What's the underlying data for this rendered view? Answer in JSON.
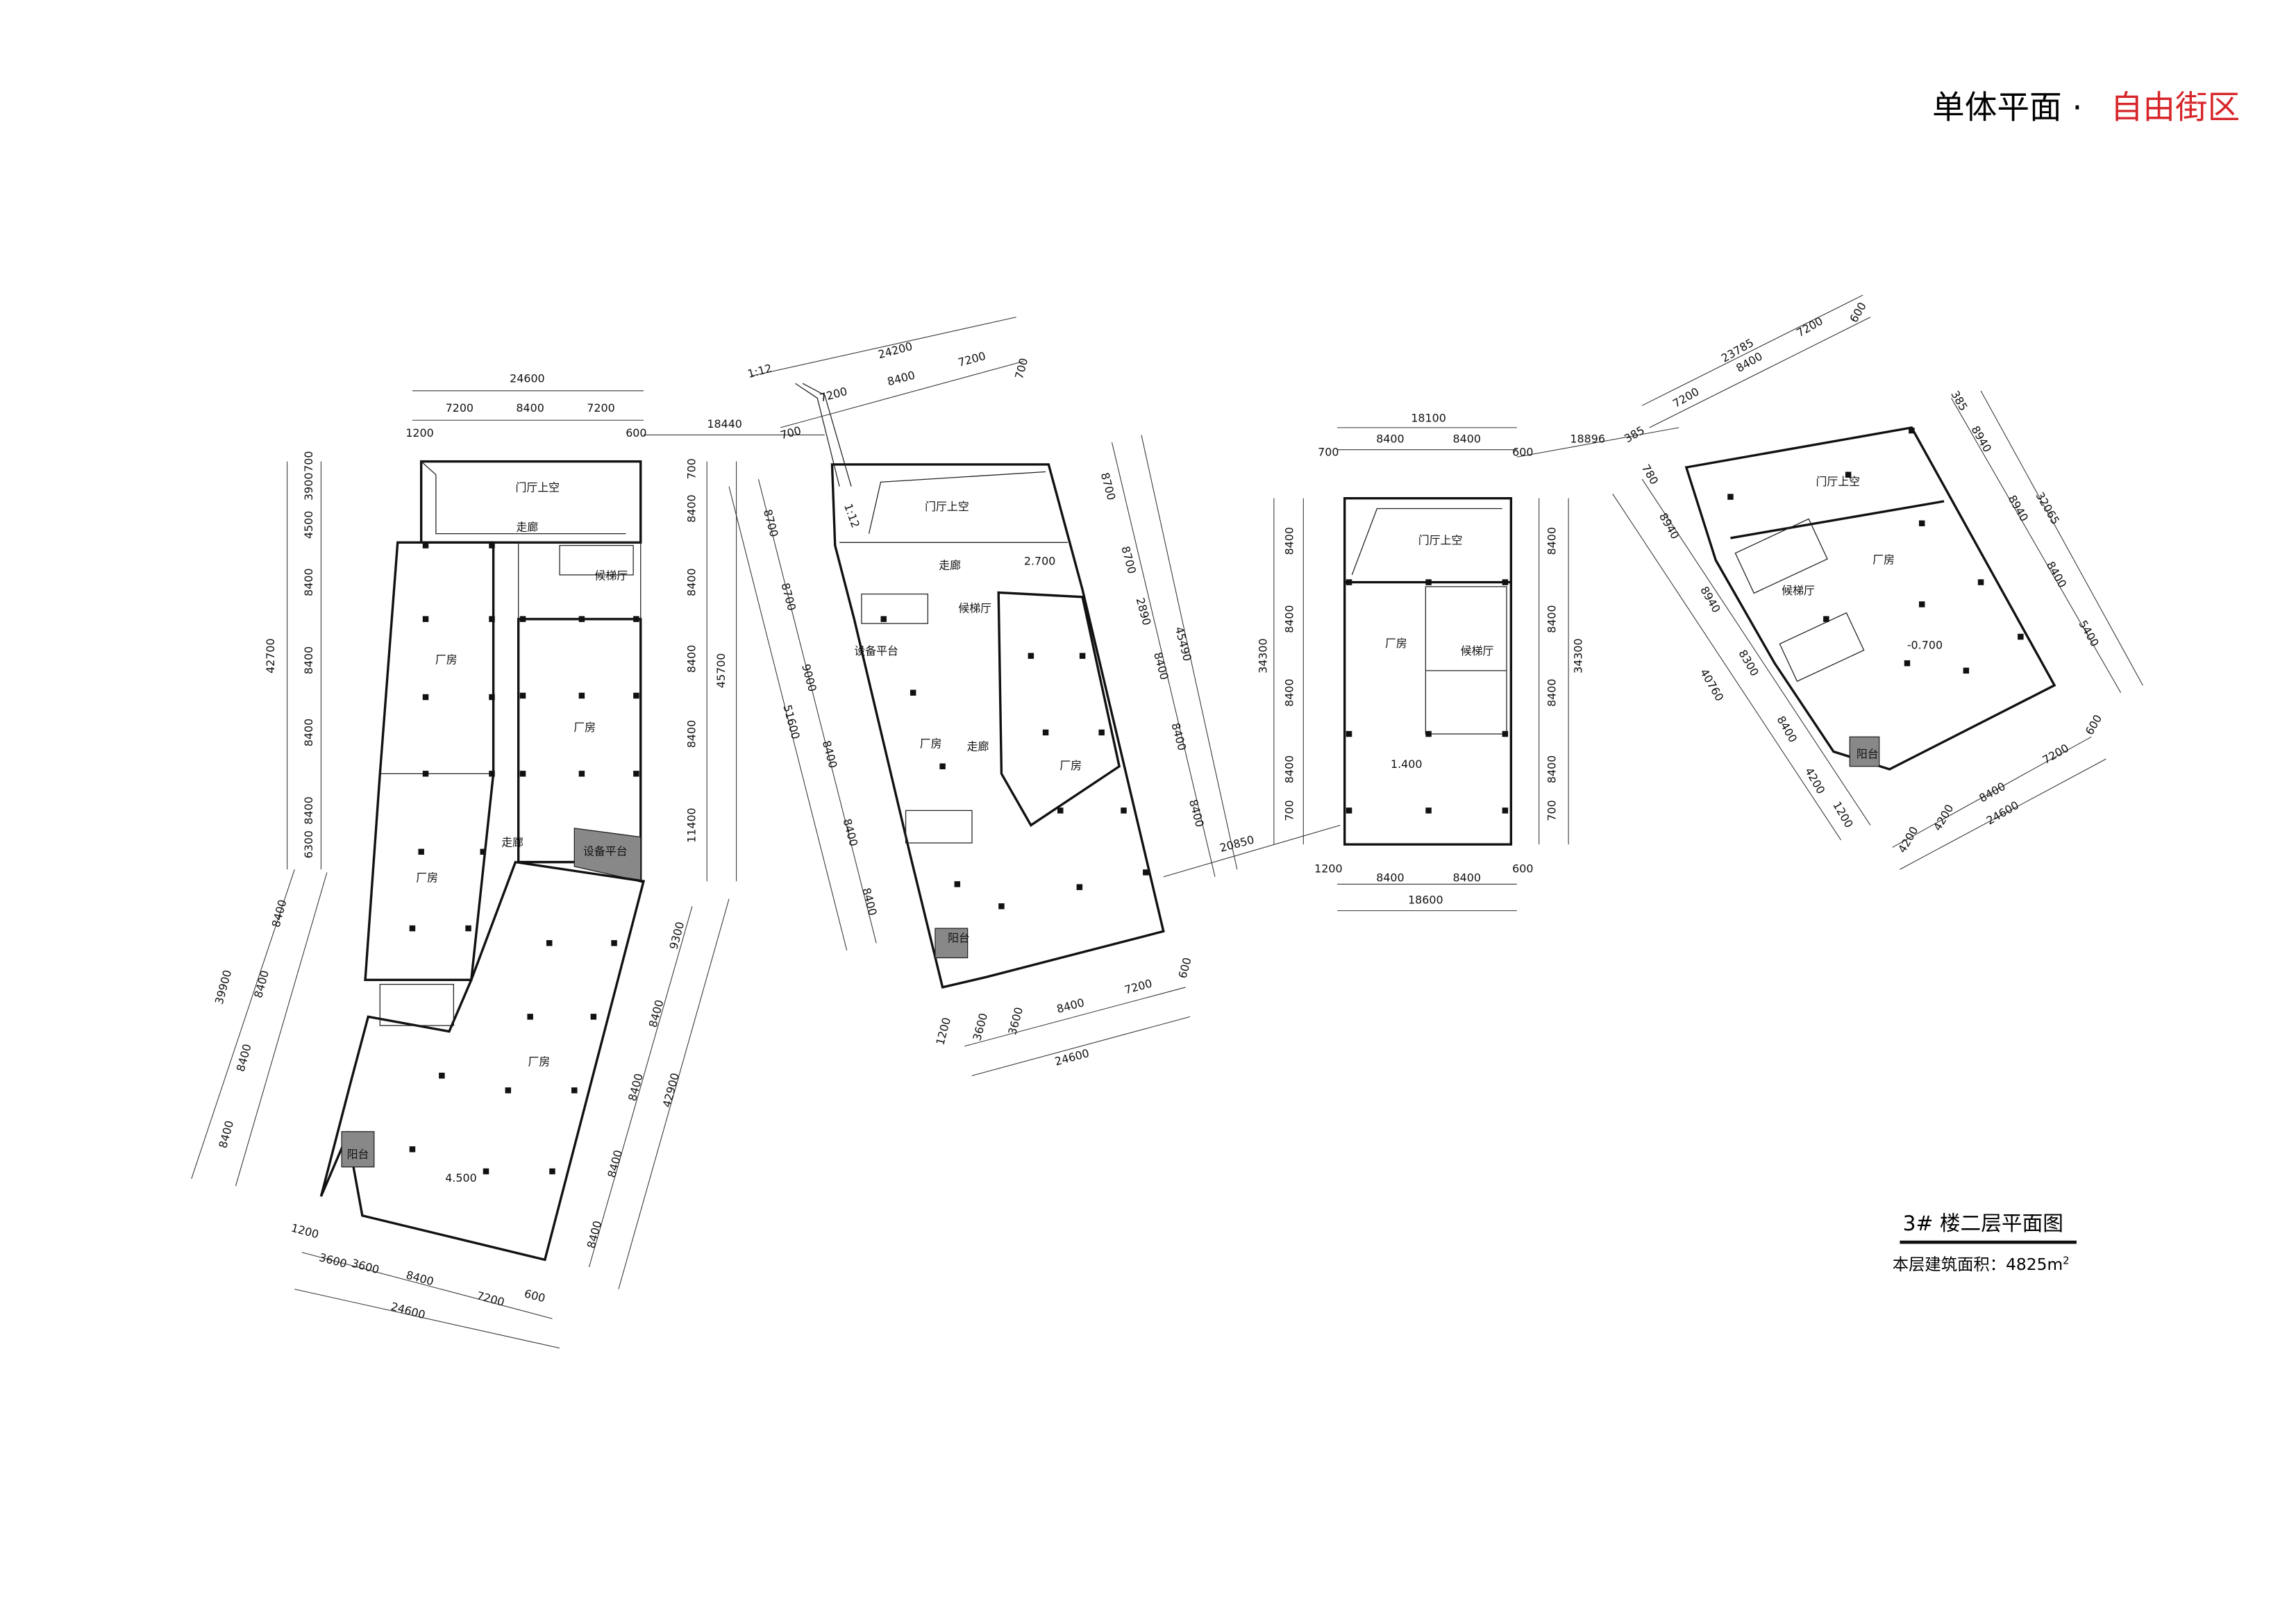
{
  "header": {
    "title_black": "单体平面 ·",
    "title_red": "自由街区",
    "accent_color": "#d7262b"
  },
  "caption": {
    "title": "3# 楼二层平面图",
    "area_label": "本层建筑面积：4825m",
    "area_sup": "2"
  },
  "buildings": [
    {
      "labels": [
        "门厅上空",
        "走廊",
        "候梯厅",
        "厂房",
        "厂房",
        "设备平台",
        "走廊",
        "厂房",
        "厂房",
        "阳台",
        "4.500"
      ],
      "dims": [
        "24600",
        "7200",
        "8400",
        "7200",
        "1200",
        "600",
        "42700",
        "3900",
        "700",
        "4500",
        "8400",
        "8400",
        "8400",
        "8400",
        "6300",
        "700",
        "8400",
        "8400",
        "8400",
        "8400",
        "11400",
        "45700",
        "39900",
        "8400",
        "8400",
        "8400",
        "8400",
        "9300",
        "8400",
        "8400",
        "8400",
        "8400",
        "42900",
        "1200",
        "3600",
        "3600",
        "8400",
        "7200",
        "600",
        "24600"
      ]
    },
    {
      "labels": [
        "门厅上空",
        "走廊",
        "候梯厅",
        "2.700",
        "设备平台",
        "厂房",
        "走廊",
        "厂房",
        "阳台"
      ],
      "dims": [
        "24200",
        "7200",
        "8400",
        "7200",
        "700",
        "700",
        "1:12",
        "1:12",
        "18440",
        "8700",
        "8700",
        "9000",
        "51600",
        "8400",
        "8400",
        "8400",
        "8700",
        "8700",
        "2890",
        "8400",
        "8400",
        "8400",
        "45490",
        "20850",
        "1200",
        "3600",
        "3600",
        "8400",
        "7200",
        "600",
        "24600"
      ]
    },
    {
      "labels": [
        "门厅上空",
        "厂房",
        "候梯厅",
        "1.400"
      ],
      "dims": [
        "18100",
        "8400",
        "8400",
        "700",
        "600",
        "18896",
        "34300",
        "8400",
        "8400",
        "8400",
        "8400",
        "700",
        "8400",
        "8400",
        "8400",
        "8400",
        "700",
        "34300",
        "1200",
        "8400",
        "8400",
        "600",
        "18600"
      ]
    },
    {
      "labels": [
        "门厅上空",
        "厂房",
        "候梯厅",
        "-0.700",
        "阳台"
      ],
      "dims": [
        "23785",
        "7200",
        "8400",
        "7200",
        "600",
        "385",
        "780",
        "385",
        "8940",
        "8940",
        "8400",
        "5400",
        "32065",
        "8940",
        "8940",
        "8300",
        "8400",
        "4200",
        "1200",
        "40760",
        "4200",
        "4200",
        "8400",
        "7200",
        "600",
        "24600"
      ]
    }
  ]
}
